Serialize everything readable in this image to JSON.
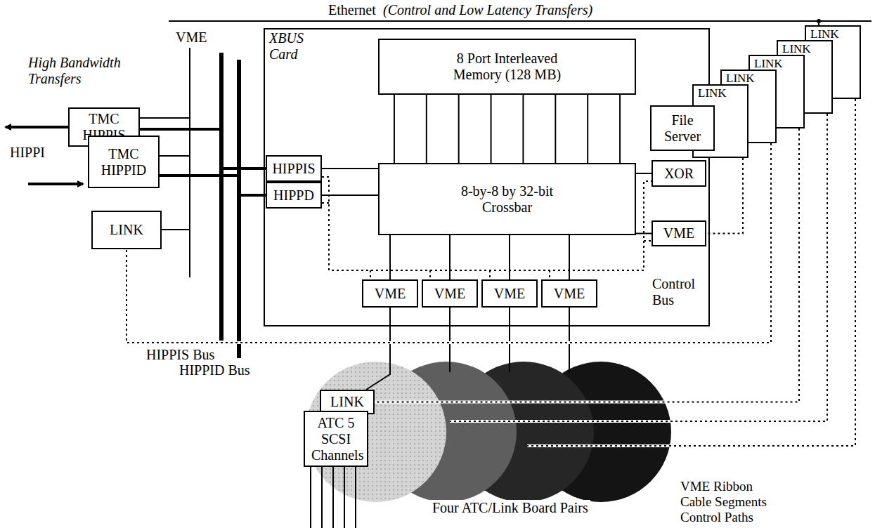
{
  "diagram": {
    "nodes": [
      {
        "text": [
          "TMC HIPPIS"
        ]
      },
      {
        "text": [
          "TMC HIPPID"
        ]
      },
      {
        "text": [
          "LINK"
        ]
      },
      {
        "text": [
          "XBUS Card"
        ]
      },
      {
        "text": [
          "8 Port Interleaved Memory (128 MB)"
        ],
        "in": 3
      },
      {
        "text": [
          "HIPPIS"
        ],
        "in": 3
      },
      {
        "text": [
          "HIPPD"
        ],
        "in": 3
      },
      {
        "text": [
          "8-by-8 by 32-bit Crossbar"
        ],
        "in": 3
      },
      {
        "text": [
          "XOR"
        ],
        "in": 3
      },
      {
        "text": [
          "VME"
        ],
        "in": 3
      },
      {
        "text": [
          "VME"
        ],
        "in": 3
      },
      {
        "text": [
          "VME"
        ],
        "in": 3
      },
      {
        "text": [
          "VME"
        ],
        "in": 3
      },
      {
        "text": [
          "VME"
        ],
        "in": 3
      },
      {
        "text": [
          "File Server"
        ]
      },
      {
        "text": [
          "LINK"
        ]
      },
      {
        "text": [
          "LINK"
        ]
      },
      {
        "text": [
          "LINK"
        ]
      },
      {
        "text": [
          "LINK"
        ]
      },
      {
        "text": [
          "LINK"
        ]
      },
      {
        "text": [
          "LINK"
        ]
      },
      {
        "text": [
          "ATC 5 SCSI Channels"
        ]
      }
    ],
    "edges": [
      {
        "from": 4,
        "to": 7,
        "arrow": "none"
      },
      {
        "from": 4,
        "to": 7,
        "arrow": "none"
      },
      {
        "from": 4,
        "to": 7,
        "arrow": "none"
      },
      {
        "from": 4,
        "to": 7,
        "arrow": "none"
      },
      {
        "from": 4,
        "to": 7,
        "arrow": "none"
      },
      {
        "from": 4,
        "to": 7,
        "arrow": "none"
      },
      {
        "from": 4,
        "to": 7,
        "arrow": "none"
      },
      {
        "from": 4,
        "to": 7,
        "arrow": "none"
      },
      {
        "from": 5,
        "to": 7,
        "arrow": "none"
      },
      {
        "from": 6,
        "to": 7,
        "arrow": "none"
      },
      {
        "from": 7,
        "to": 8,
        "arrow": "none"
      },
      {
        "from": 7,
        "to": 9,
        "arrow": "none"
      },
      {
        "from": 7,
        "to": 10,
        "arrow": "none"
      },
      {
        "from": 7,
        "to": 11,
        "arrow": "none"
      },
      {
        "from": 7,
        "to": 12,
        "arrow": "none"
      },
      {
        "from": 7,
        "to": 13,
        "arrow": "none"
      },
      {
        "from": 10,
        "to": 20,
        "arrow": "none"
      },
      {
        "from": 15,
        "to": 9,
        "arrow": "none"
      },
      {
        "from": 16,
        "to": 2,
        "arrow": "none"
      },
      {
        "from": 17,
        "to": 20,
        "arrow": "none"
      }
    ],
    "labels": [
      "Ethernet",
      "(Control and Low Latency Transfers)",
      "High Bandwidth Transfers",
      "HIPPI",
      "VME",
      "HIPPIS Bus",
      "HIPPID Bus",
      "Control Bus",
      "Four ATC/Link Board Pairs",
      "VME Ribbon Cable Segments Control Paths"
    ]
  }
}
